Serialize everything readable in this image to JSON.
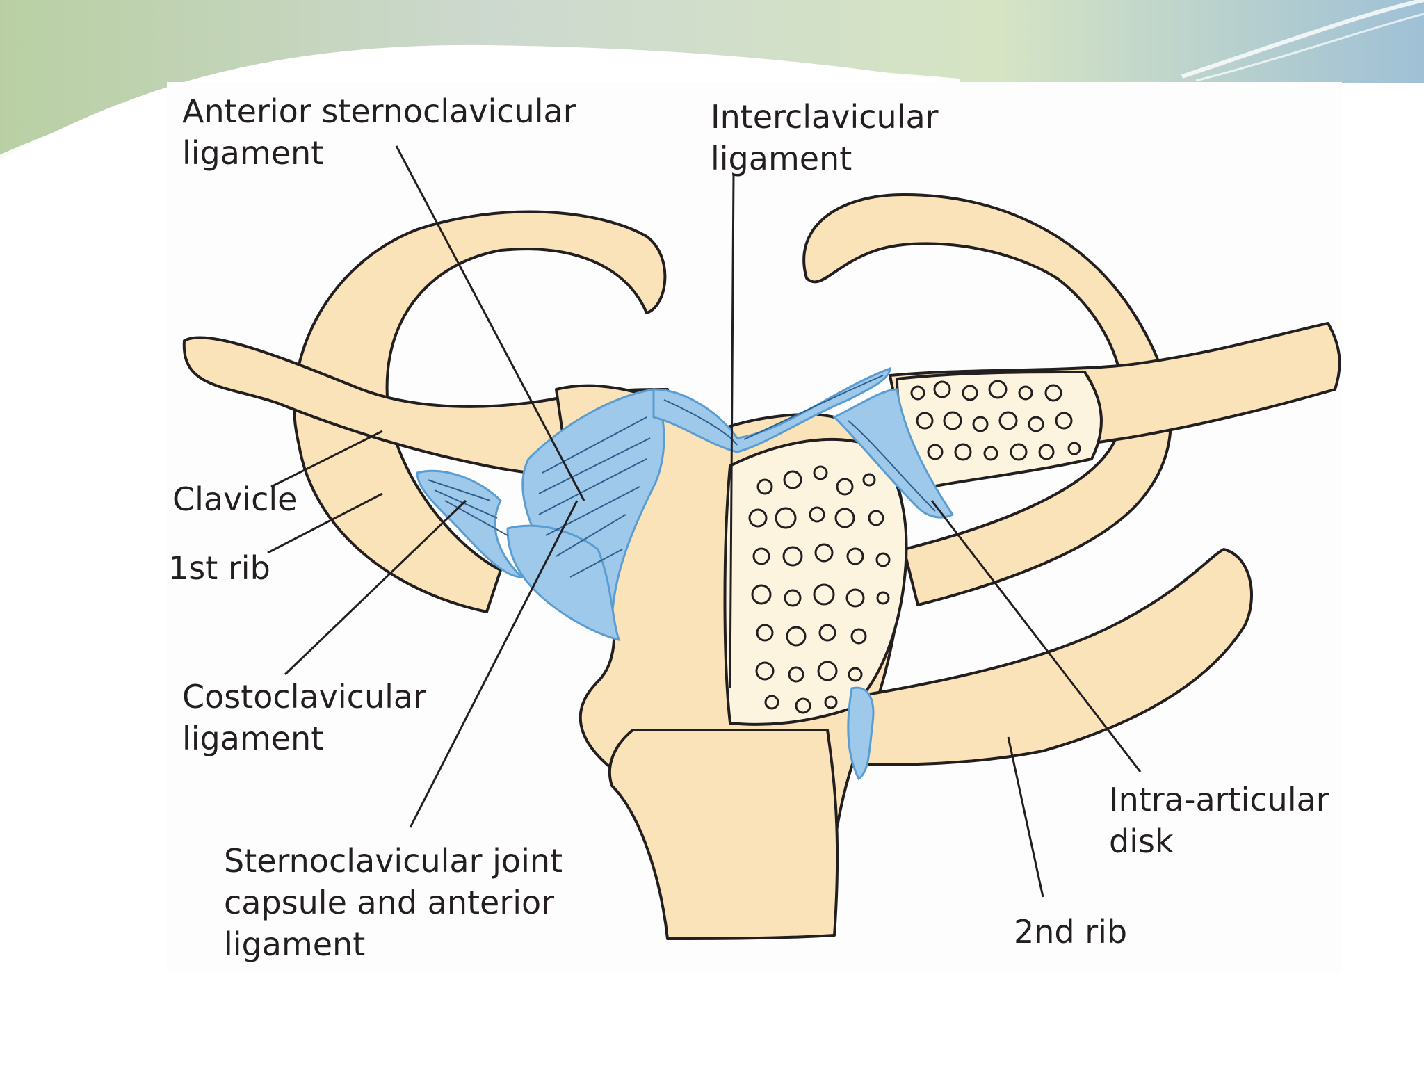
{
  "labels": {
    "anterior_sternoclavicular": [
      "Anterior sternoclavicular",
      "ligament"
    ],
    "interclavicular": [
      "Interclavicular",
      "ligament"
    ],
    "clavicle": [
      "Clavicle"
    ],
    "first_rib": [
      "1st rib"
    ],
    "costoclavicular": [
      "Costoclavicular",
      "ligament"
    ],
    "sc_joint_capsule": [
      "Sternoclavicular joint",
      "capsule and anterior",
      "ligament"
    ],
    "intra_articular_disk": [
      "Intra-articular",
      "disk"
    ],
    "second_rib": [
      "2nd rib"
    ]
  },
  "colors": {
    "bone": "#fae3b8",
    "ligament": "#9ec9ea",
    "ligament_dark": "#5b9dd0",
    "outline": "#231f20",
    "header_green": "#d9e6c2",
    "header_blue": "#a8c4d4",
    "panel": "#fdfdfd"
  }
}
